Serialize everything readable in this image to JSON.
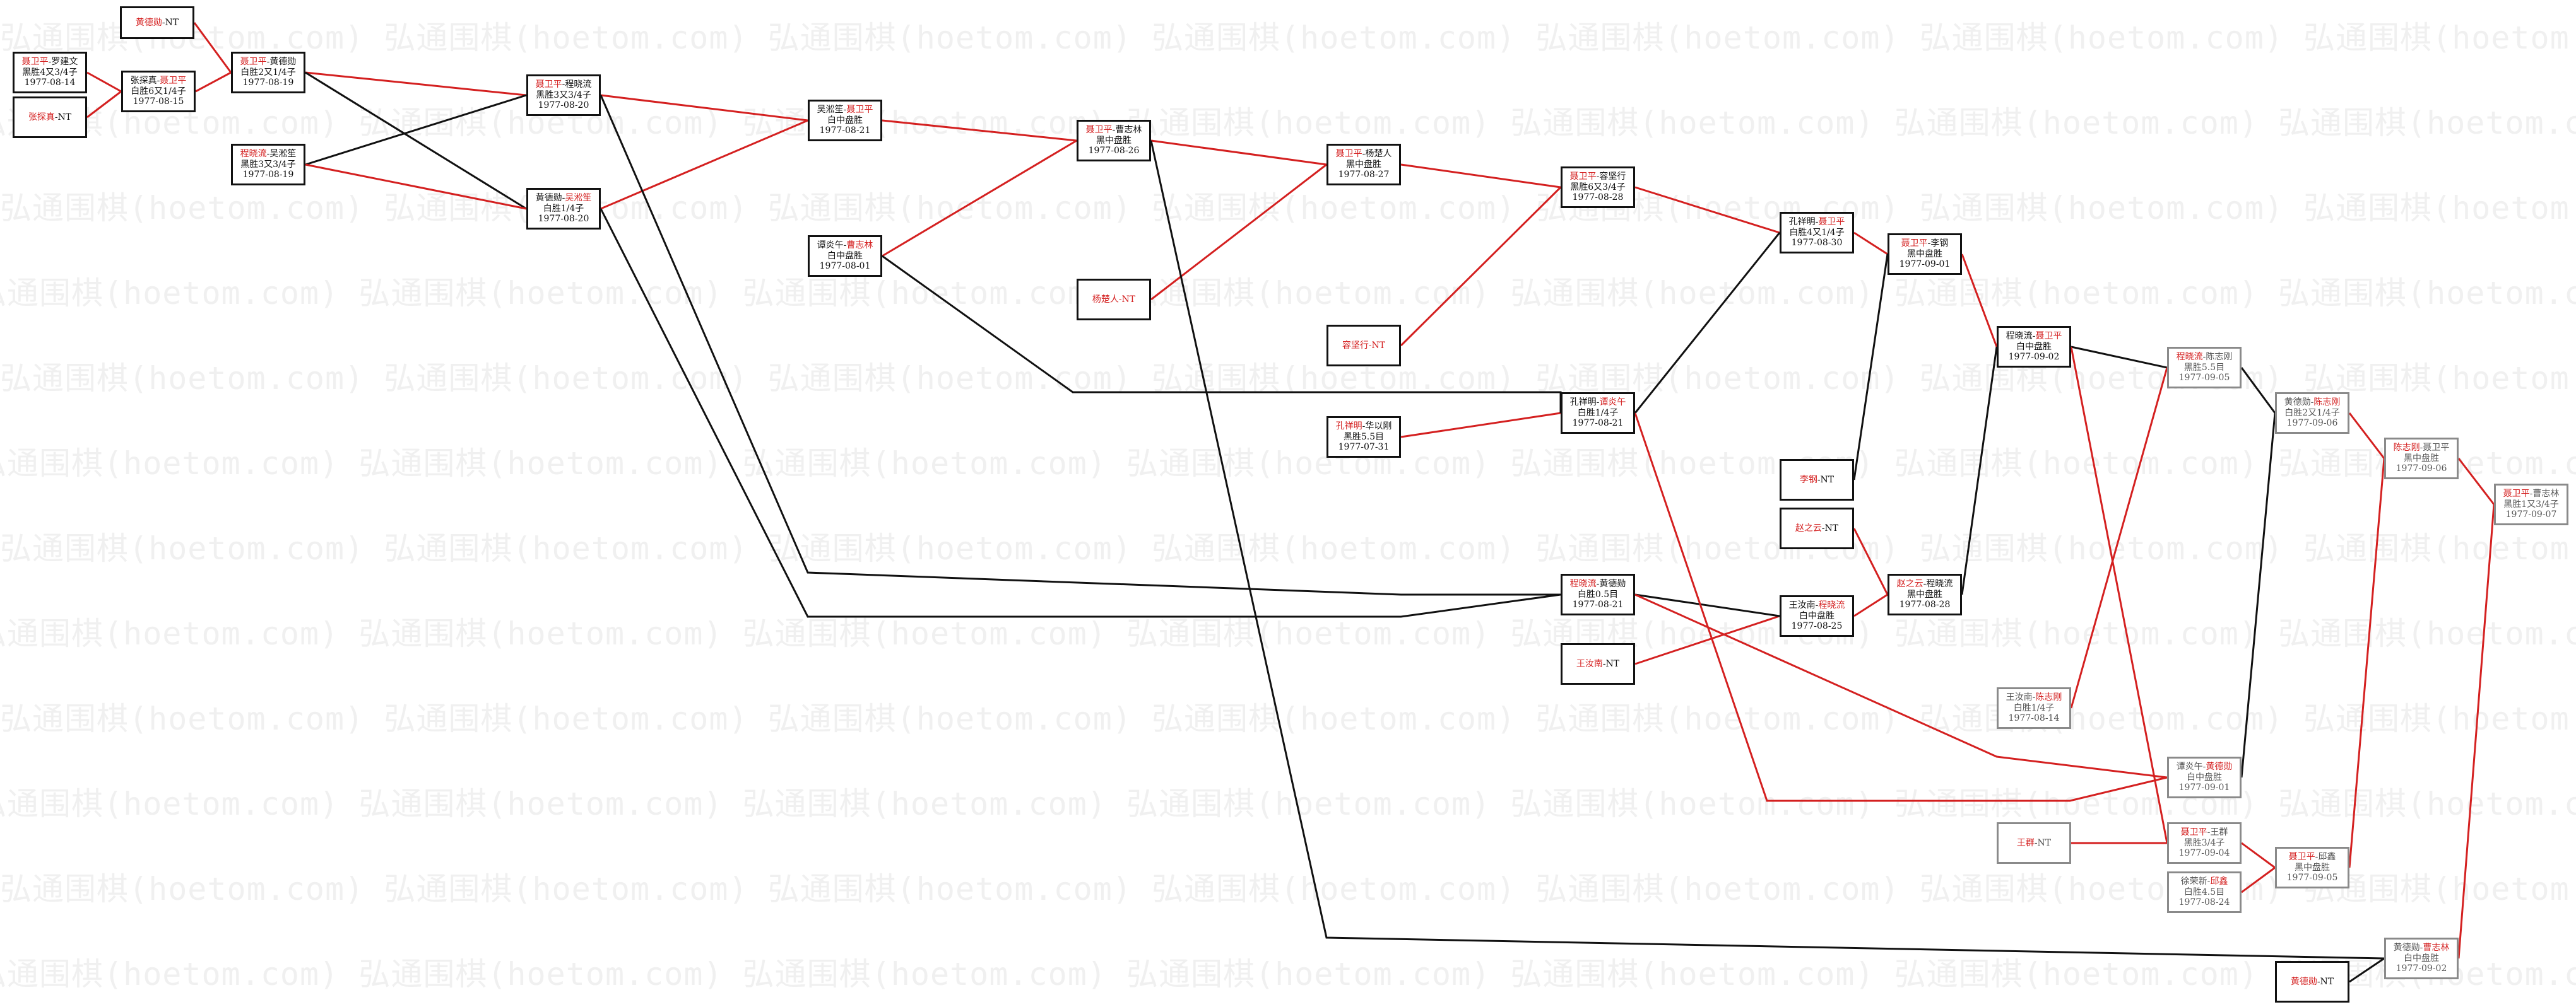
{
  "watermark_text": "弘通围棋(hoetom.com)",
  "nodes": [
    {
      "id": "n01",
      "names": [
        {
          "t": "聂卫平",
          "r": true
        },
        {
          "t": "-罗建文",
          "r": false
        }
      ],
      "lines": [
        "黑胜4又3/4子",
        "1977-08-14"
      ]
    },
    {
      "id": "n02",
      "names": [
        {
          "t": "张探真",
          "r": true
        },
        {
          "t": "-NT",
          "r": false
        }
      ],
      "lines": []
    },
    {
      "id": "n03",
      "names": [
        {
          "t": "黄德勋",
          "r": true
        },
        {
          "t": "-NT",
          "r": false
        }
      ],
      "lines": []
    },
    {
      "id": "n04",
      "names": [
        {
          "t": "张探真-",
          "r": false
        },
        {
          "t": "聂卫平",
          "r": true
        }
      ],
      "lines": [
        "白胜6又1/4子",
        "1977-08-15"
      ]
    },
    {
      "id": "n05",
      "names": [
        {
          "t": "聂卫平",
          "r": true
        },
        {
          "t": "-黄德勋",
          "r": false
        }
      ],
      "lines": [
        "白胜2又1/4子",
        "1977-08-19"
      ]
    },
    {
      "id": "n06",
      "names": [
        {
          "t": "程晓流",
          "r": true
        },
        {
          "t": "-吴淞笙",
          "r": false
        }
      ],
      "lines": [
        "黑胜3又3/4子",
        "1977-08-19"
      ]
    },
    {
      "id": "n07",
      "names": [
        {
          "t": "聂卫平",
          "r": true
        },
        {
          "t": "-程晓流",
          "r": false
        }
      ],
      "lines": [
        "黑胜3又3/4子",
        "1977-08-20"
      ]
    },
    {
      "id": "n08",
      "names": [
        {
          "t": "黄德勋-",
          "r": false
        },
        {
          "t": "吴淞笙",
          "r": true
        }
      ],
      "lines": [
        "白胜1/4子",
        "1977-08-20"
      ]
    },
    {
      "id": "n09",
      "names": [
        {
          "t": "吴淞笙-",
          "r": false
        },
        {
          "t": "聂卫平",
          "r": true
        }
      ],
      "lines": [
        "白中盘胜",
        "1977-08-21"
      ]
    },
    {
      "id": "n10",
      "names": [
        {
          "t": "谭炎午-",
          "r": false
        },
        {
          "t": "曹志林",
          "r": true
        }
      ],
      "lines": [
        "白中盘胜",
        "1977-08-01"
      ]
    },
    {
      "id": "n11",
      "names": [
        {
          "t": "聂卫平",
          "r": true
        },
        {
          "t": "-曹志林",
          "r": false
        }
      ],
      "lines": [
        "黑中盘胜",
        "1977-08-26"
      ]
    },
    {
      "id": "n12",
      "names": [
        {
          "t": "杨楚人-NT",
          "r": true
        }
      ],
      "lines": []
    },
    {
      "id": "n13",
      "names": [
        {
          "t": "聂卫平",
          "r": true
        },
        {
          "t": "-杨楚人",
          "r": false
        }
      ],
      "lines": [
        "黑中盘胜",
        "1977-08-27"
      ]
    },
    {
      "id": "n14",
      "names": [
        {
          "t": "容坚行-NT",
          "r": true
        }
      ],
      "lines": []
    },
    {
      "id": "n15",
      "names": [
        {
          "t": "聂卫平",
          "r": true
        },
        {
          "t": "-容坚行",
          "r": false
        }
      ],
      "lines": [
        "黑胜6又3/4子",
        "1977-08-28"
      ]
    },
    {
      "id": "n16",
      "names": [
        {
          "t": "孔祥明-",
          "r": false
        },
        {
          "t": "谭炎午",
          "r": true
        }
      ],
      "lines": [
        "白胜1/4子",
        "1977-08-21"
      ]
    },
    {
      "id": "n17",
      "names": [
        {
          "t": "孔祥明",
          "r": true
        },
        {
          "t": "-华以刚",
          "r": false
        }
      ],
      "lines": [
        "黑胜5.5目",
        "1977-07-31"
      ]
    },
    {
      "id": "n18",
      "names": [
        {
          "t": "孔祥明-",
          "r": false
        },
        {
          "t": "聂卫平",
          "r": true
        }
      ],
      "lines": [
        "白胜4又1/4子",
        "1977-08-30"
      ]
    },
    {
      "id": "n19",
      "names": [
        {
          "t": "聂卫平",
          "r": true
        },
        {
          "t": "-李钢",
          "r": false
        }
      ],
      "lines": [
        "黑中盘胜",
        "1977-09-01"
      ]
    },
    {
      "id": "n20",
      "names": [
        {
          "t": "李钢",
          "r": true
        },
        {
          "t": "-NT",
          "r": false
        }
      ],
      "lines": []
    },
    {
      "id": "n21",
      "names": [
        {
          "t": "赵之云",
          "r": true
        },
        {
          "t": "-NT",
          "r": false
        }
      ],
      "lines": []
    },
    {
      "id": "n22",
      "names": [
        {
          "t": "程晓流-",
          "r": false
        },
        {
          "t": "聂卫平",
          "r": true
        }
      ],
      "lines": [
        "白中盘胜",
        "1977-09-02"
      ]
    },
    {
      "id": "n23",
      "names": [
        {
          "t": "赵之云",
          "r": true
        },
        {
          "t": "-程晓流",
          "r": false
        }
      ],
      "lines": [
        "黑中盘胜",
        "1977-08-28"
      ]
    },
    {
      "id": "n24",
      "names": [
        {
          "t": "程晓流",
          "r": true
        },
        {
          "t": "-黄德勋",
          "r": false
        }
      ],
      "lines": [
        "白胜0.5目",
        "1977-08-21"
      ]
    },
    {
      "id": "n25",
      "names": [
        {
          "t": "王汝南-",
          "r": false
        },
        {
          "t": "程晓流",
          "r": true
        }
      ],
      "lines": [
        "白中盘胜",
        "1977-08-25"
      ]
    },
    {
      "id": "n26",
      "names": [
        {
          "t": "王汝南",
          "r": true
        },
        {
          "t": "-NT",
          "r": false
        }
      ],
      "lines": []
    },
    {
      "id": "n27",
      "grey": true,
      "names": [
        {
          "t": "程晓流",
          "r": true
        },
        {
          "t": "-陈志刚",
          "r": false
        }
      ],
      "lines": [
        "黑胜5.5目",
        "1977-09-05"
      ]
    },
    {
      "id": "n28",
      "grey": true,
      "names": [
        {
          "t": "王汝南-",
          "r": false
        },
        {
          "t": "陈志刚",
          "r": true
        }
      ],
      "lines": [
        "白胜1/4子",
        "1977-08-14"
      ]
    },
    {
      "id": "n29",
      "grey": true,
      "names": [
        {
          "t": "谭炎午-",
          "r": false
        },
        {
          "t": "黄德勋",
          "r": true
        }
      ],
      "lines": [
        "白中盘胜",
        "1977-09-01"
      ]
    },
    {
      "id": "n30",
      "grey": true,
      "names": [
        {
          "t": "黄德勋-",
          "r": false
        },
        {
          "t": "陈志刚",
          "r": true
        }
      ],
      "lines": [
        "白胜2又1/4子",
        "1977-09-06"
      ]
    },
    {
      "id": "n31",
      "grey": true,
      "names": [
        {
          "t": "陈志刚",
          "r": true
        },
        {
          "t": "-聂卫平",
          "r": false
        }
      ],
      "lines": [
        "黑中盘胜",
        "1977-09-06"
      ]
    },
    {
      "id": "n32",
      "grey": true,
      "names": [
        {
          "t": "聂卫平",
          "r": true
        },
        {
          "t": "-曹志林",
          "r": false
        }
      ],
      "lines": [
        "黑胜1又3/4子",
        "1977-09-07"
      ]
    },
    {
      "id": "n33",
      "grey": true,
      "names": [
        {
          "t": "王群",
          "r": true
        },
        {
          "t": "-NT",
          "r": false
        }
      ],
      "lines": []
    },
    {
      "id": "n34",
      "grey": true,
      "names": [
        {
          "t": "聂卫平",
          "r": true
        },
        {
          "t": "-王群",
          "r": false
        }
      ],
      "lines": [
        "黑胜3/4子",
        "1977-09-04"
      ]
    },
    {
      "id": "n35",
      "grey": true,
      "names": [
        {
          "t": "徐荣新-",
          "r": false
        },
        {
          "t": "邱鑫",
          "r": true
        }
      ],
      "lines": [
        "白胜4.5目",
        "1977-08-24"
      ]
    },
    {
      "id": "n36",
      "grey": true,
      "names": [
        {
          "t": "聂卫平",
          "r": true
        },
        {
          "t": "-邱鑫",
          "r": false
        }
      ],
      "lines": [
        "黑中盘胜",
        "1977-09-05"
      ]
    },
    {
      "id": "n37",
      "names": [
        {
          "t": "黄德勋",
          "r": true
        },
        {
          "t": "-NT",
          "r": false
        }
      ],
      "lines": []
    },
    {
      "id": "n38",
      "grey": true,
      "names": [
        {
          "t": "黄德勋-",
          "r": false
        },
        {
          "t": "曹志林",
          "r": true
        }
      ],
      "lines": [
        "白中盘胜",
        "1977-09-02"
      ]
    }
  ],
  "edge_colors": {
    "winner": "#d42020",
    "loser": "#111111"
  }
}
